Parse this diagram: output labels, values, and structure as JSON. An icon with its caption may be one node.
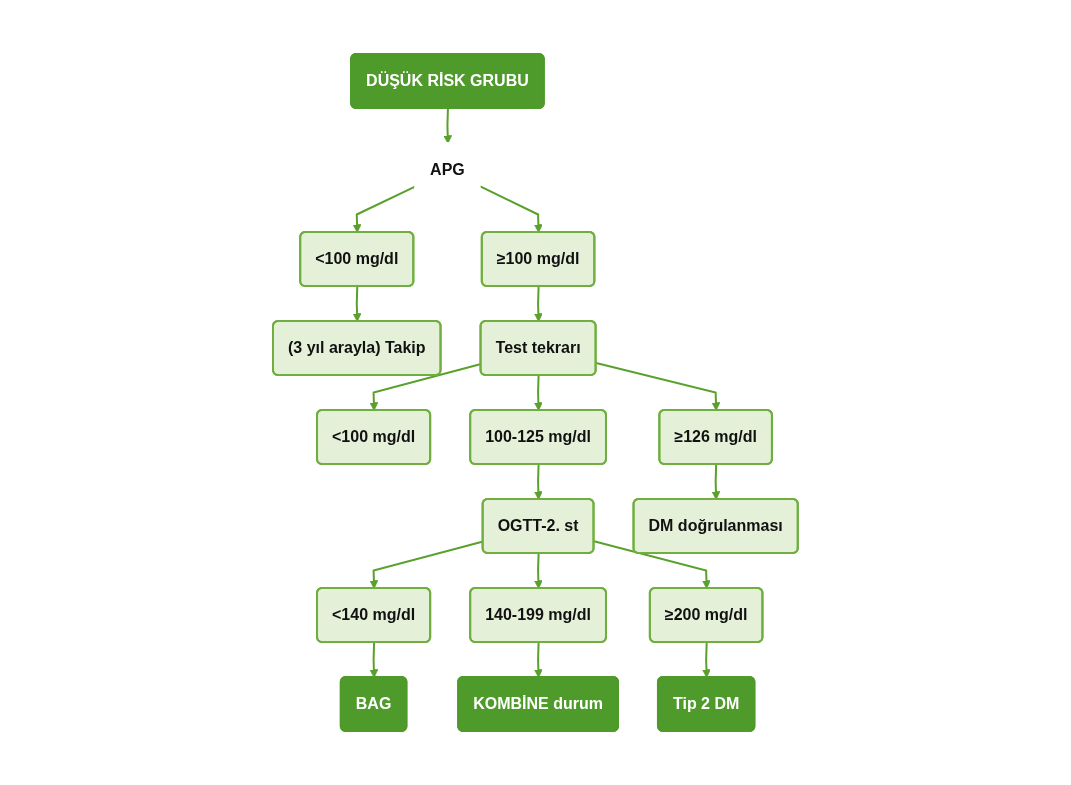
{
  "diagram": {
    "nodes": [
      {
        "text": [
          "DÜŞÜK RİSK GRUBU"
        ]
      },
      {
        "text": [
          "APG"
        ]
      },
      {
        "text": [
          "<100 mg/dl"
        ]
      },
      {
        "text": [
          "≥100 mg/dl"
        ]
      },
      {
        "text": [
          "(3 yıl arayla) Takip"
        ]
      },
      {
        "text": [
          "Test tekrarı"
        ]
      },
      {
        "text": [
          "<100 mg/dl"
        ]
      },
      {
        "text": [
          "100-125 mg/dl"
        ]
      },
      {
        "text": [
          "≥126 mg/dl"
        ]
      },
      {
        "text": [
          "OGTT-2. st"
        ]
      },
      {
        "text": [
          "DM doğrulanması"
        ]
      },
      {
        "text": [
          "<140 mg/dl"
        ]
      },
      {
        "text": [
          "140-199 mg/dl"
        ]
      },
      {
        "text": [
          "≥200 mg/dl"
        ]
      },
      {
        "text": [
          "BAG"
        ]
      },
      {
        "text": [
          "KOMBİNE durum"
        ]
      },
      {
        "text": [
          "Tip 2 DM"
        ]
      }
    ],
    "edges": [
      {
        "from": 0,
        "to": 1,
        "arrow": "to"
      },
      {
        "from": 1,
        "to": 2,
        "arrow": "to"
      },
      {
        "from": 1,
        "to": 3,
        "arrow": "to"
      },
      {
        "from": 2,
        "to": 4,
        "arrow": "to"
      },
      {
        "from": 3,
        "to": 5,
        "arrow": "to"
      },
      {
        "from": 5,
        "to": 6,
        "arrow": "to"
      },
      {
        "from": 5,
        "to": 7,
        "arrow": "to"
      },
      {
        "from": 5,
        "to": 8,
        "arrow": "to"
      },
      {
        "from": 7,
        "to": 9,
        "arrow": "to"
      },
      {
        "from": 8,
        "to": 10,
        "arrow": "to"
      },
      {
        "from": 9,
        "to": 11,
        "arrow": "to"
      },
      {
        "from": 9,
        "to": 12,
        "arrow": "to"
      },
      {
        "from": 9,
        "to": 13,
        "arrow": "to"
      },
      {
        "from": 11,
        "to": 14,
        "arrow": "to"
      },
      {
        "from": 12,
        "to": 15,
        "arrow": "to"
      },
      {
        "from": 13,
        "to": 16,
        "arrow": "to"
      }
    ]
  }
}
